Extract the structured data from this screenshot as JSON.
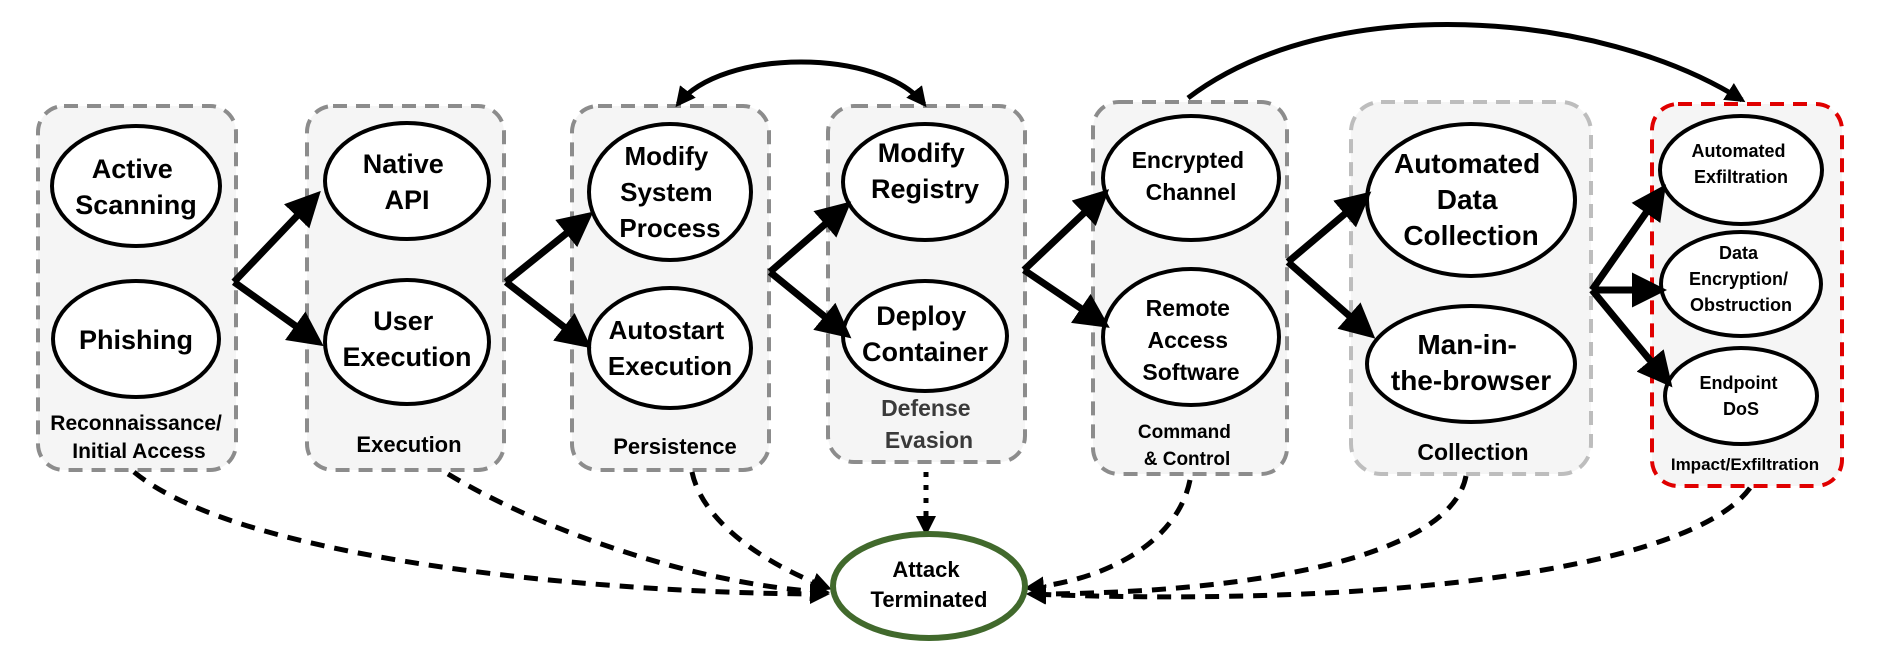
{
  "stages": [
    {
      "id": "recon",
      "label": [
        "Reconnaissance/",
        "Initial Access"
      ],
      "nodes": [
        [
          "Active",
          "Scanning"
        ],
        [
          "Phishing"
        ]
      ]
    },
    {
      "id": "execution",
      "label": [
        "Execution"
      ],
      "nodes": [
        [
          "Native",
          "API"
        ],
        [
          "User",
          "Execution"
        ]
      ]
    },
    {
      "id": "persistence",
      "label": [
        "Persistence"
      ],
      "nodes": [
        [
          "Modify",
          "System",
          "Process"
        ],
        [
          "Autostart",
          "Execution"
        ]
      ]
    },
    {
      "id": "defense",
      "label": [
        "Defense",
        "Evasion"
      ],
      "nodes": [
        [
          "Modify",
          "Registry"
        ],
        [
          "Deploy",
          "Container"
        ]
      ]
    },
    {
      "id": "c2",
      "label": [
        "Command",
        "& Control"
      ],
      "nodes": [
        [
          "Encrypted",
          "Channel"
        ],
        [
          "Remote",
          "Access",
          "Software"
        ]
      ]
    },
    {
      "id": "collection",
      "label": [
        "Collection"
      ],
      "nodes": [
        [
          "Automated",
          "Data",
          "Collection"
        ],
        [
          "Man-in-",
          "the-browser"
        ]
      ]
    },
    {
      "id": "impact",
      "label": [
        "Impact/Exfiltration"
      ],
      "nodes": [
        [
          "Automated",
          "Exfiltration"
        ],
        [
          "Data",
          "Encryption/",
          "Obstruction"
        ],
        [
          "Endpoint",
          "DoS"
        ]
      ]
    }
  ],
  "terminal": {
    "label": [
      "Attack",
      "Terminated"
    ]
  },
  "colors": {
    "box_border": "#8c8c8c",
    "box_border_light": "#bdbdbd",
    "box_border_impact": "#e00000",
    "box_fill": "#f5f5f5",
    "terminal_border": "#41692c"
  }
}
